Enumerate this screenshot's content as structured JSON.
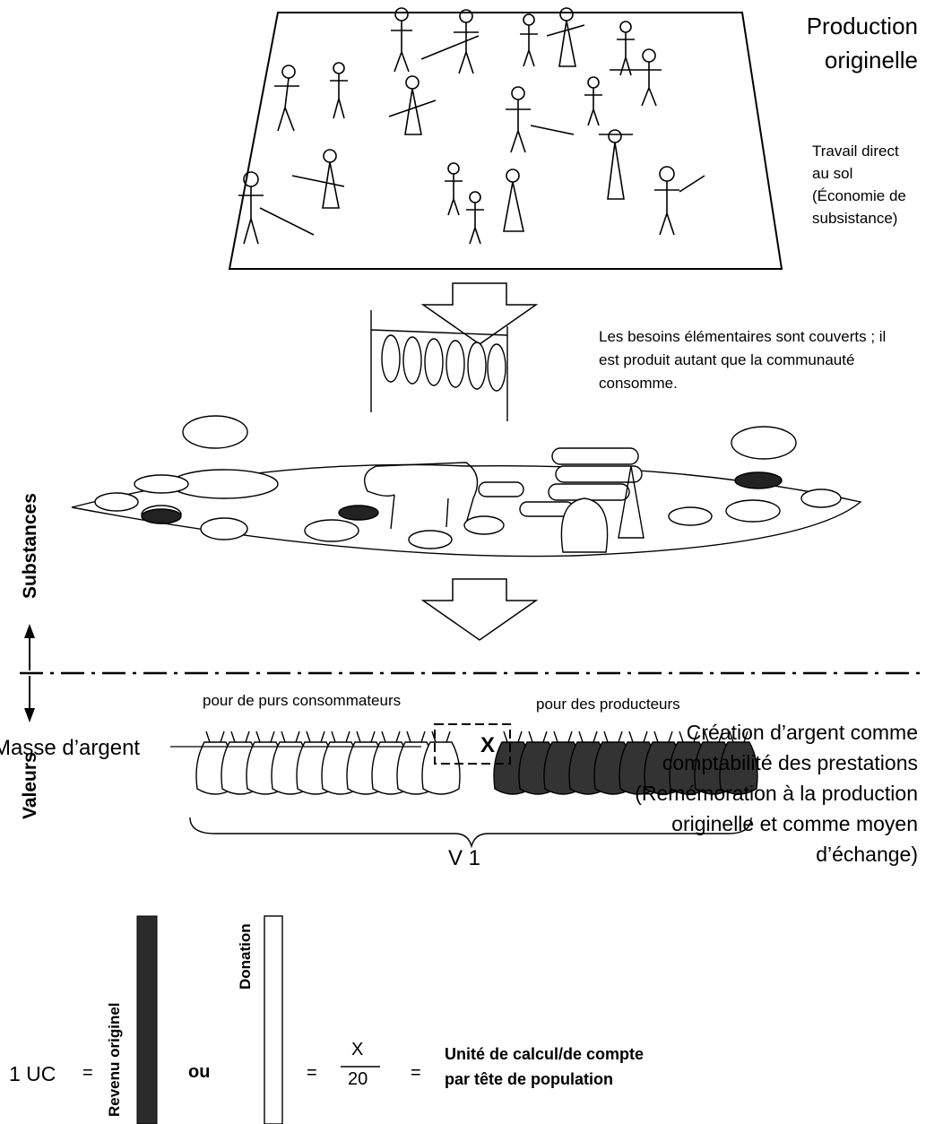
{
  "header": {
    "title_line1": "Production",
    "title_line2": "originelle",
    "note_lines": [
      "Travail direct",
      "au sol",
      "(Économie de",
      "subsistance)"
    ]
  },
  "middle": {
    "note_lines": [
      "Les besoins élémentaires sont couverts ; il",
      "est produit autant que la communauté",
      "consomme."
    ]
  },
  "axis": {
    "upper_label": "Substances",
    "lower_label": "Valeurs"
  },
  "groups": {
    "consumers_label": "pour de purs consommateurs",
    "producers_label": "pour des producteurs",
    "consumers_bag_count": 10,
    "producers_bag_count": 10,
    "total_label": "V 1"
  },
  "money": {
    "mass_label": "Masse d’argent",
    "box_value": "X",
    "creation_lines": [
      "Création d’argent comme",
      "comptabilité des prestations",
      "(Remémoration à la production",
      "originelle et comme moyen",
      "d’échange)"
    ]
  },
  "formula": {
    "lhs": "1 UC",
    "eq1": "=",
    "bar1_label": "Revenu originel",
    "or": "ou",
    "bar2_label": "Donation",
    "eq2": "=",
    "numerator": "X",
    "denominator": "20",
    "eq3": "=",
    "unit_line1": "Unité de calcul/de compte",
    "unit_line2": "par tête de population"
  }
}
